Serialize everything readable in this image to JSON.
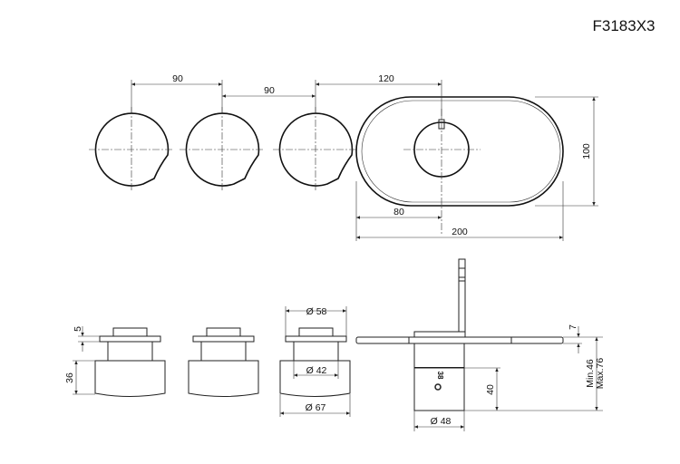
{
  "title": "F3183X3",
  "top_view": {
    "dim_spacing_1": "90",
    "dim_spacing_2": "90",
    "dim_spacing_3": "120",
    "dim_height": "100",
    "dim_center": "80",
    "dim_width": "200"
  },
  "side_view": {
    "dim_cap": "5",
    "dim_body_height": "36",
    "dim_flange_dia": "Ø 58",
    "dim_neck_dia": "Ø 42",
    "dim_body_dia": "Ø 67"
  },
  "mixer_view": {
    "dim_plate": "7",
    "dim_body_height": "40",
    "dim_body_dia": "Ø 48",
    "dim_min": "Min.46",
    "dim_max": "Max.76",
    "body_marking": "38"
  },
  "colors": {
    "line": "#222222",
    "background": "#ffffff"
  }
}
